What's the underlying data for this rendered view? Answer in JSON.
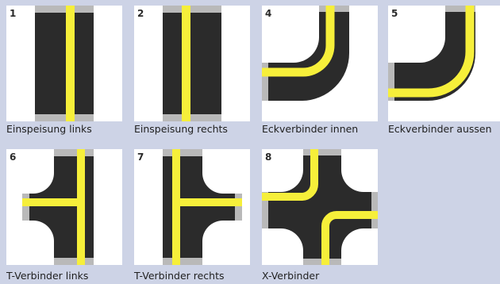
{
  "colors": {
    "background": "#cdd3e6",
    "tile": "#ffffff",
    "track": "#2b2b2b",
    "connector": "#b9b9b9",
    "stripe": "#f6ef3a"
  },
  "tiles": [
    {
      "number": "1",
      "caption": "Einspeisung links"
    },
    {
      "number": "2",
      "caption": "Einspeisung rechts"
    },
    {
      "number": "4",
      "caption": "Eckverbinder innen"
    },
    {
      "number": "5",
      "caption": "Eckverbinder aussen"
    },
    {
      "number": "6",
      "caption": "T-Verbinder links"
    },
    {
      "number": "7",
      "caption": "T-Verbinder rechts"
    },
    {
      "number": "8",
      "caption": "X-Verbinder"
    }
  ]
}
